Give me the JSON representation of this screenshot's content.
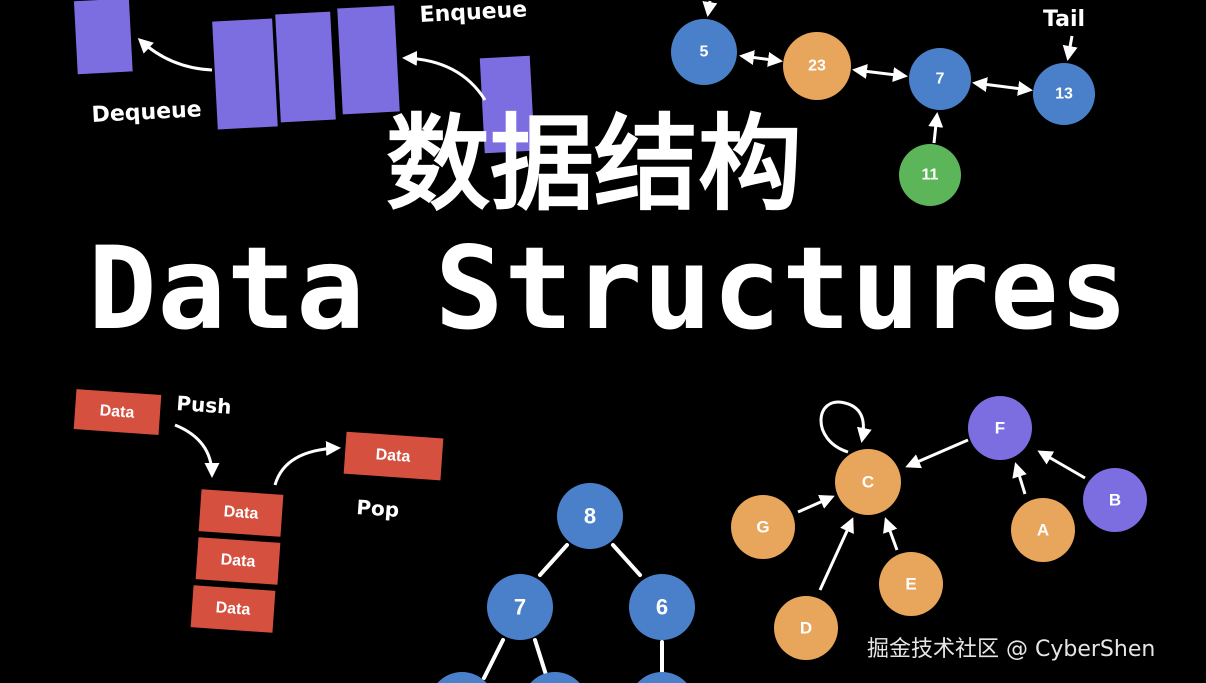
{
  "title_cn": "数据结构",
  "title_en": "Data Structures",
  "queue": {
    "dequeue_label": "Dequeue",
    "enqueue_label": "Enqueue"
  },
  "linked_list": {
    "tail_label": "Tail",
    "nodes": [
      "5",
      "23",
      "7",
      "13",
      "11"
    ]
  },
  "stack": {
    "push_label": "Push",
    "pop_label": "Pop",
    "item_label": "Data"
  },
  "tree": {
    "nodes": [
      "8",
      "7",
      "6"
    ]
  },
  "graph": {
    "nodes": [
      "C",
      "F",
      "G",
      "D",
      "E",
      "A",
      "B"
    ]
  },
  "watermark": "掘金技术社区 @ CyberShen",
  "colors": {
    "blue": "#4a80c9",
    "orange": "#e8a55c",
    "purple": "#7c6ee0",
    "red": "#d6503f",
    "green": "#5db55a"
  }
}
